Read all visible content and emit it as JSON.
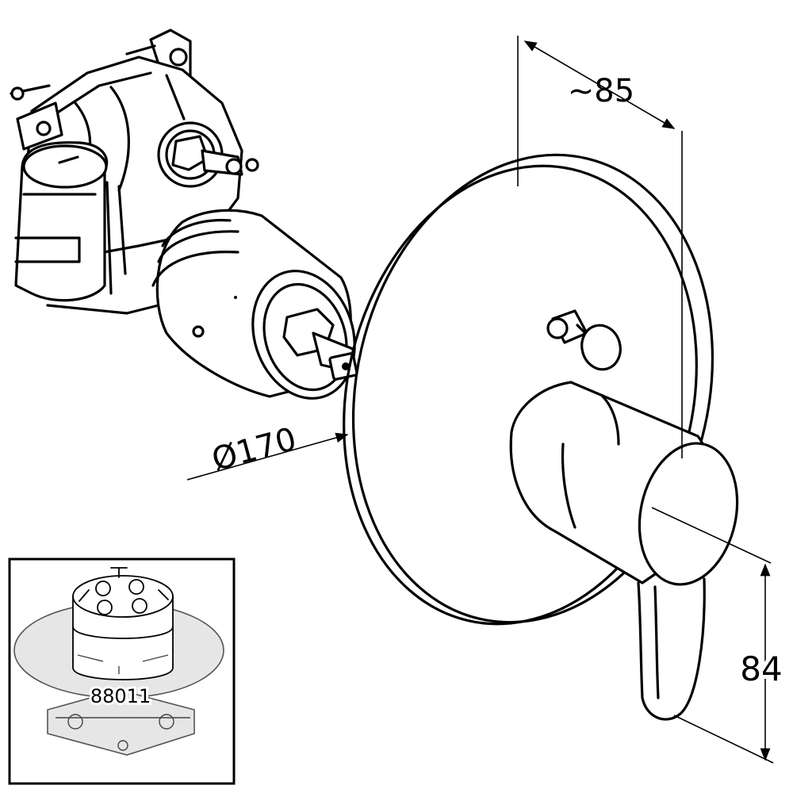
{
  "dimensions": {
    "width_label": "~85",
    "diameter_label": "Ø170",
    "height_label": "84"
  },
  "inset": {
    "part_number": "88011"
  }
}
